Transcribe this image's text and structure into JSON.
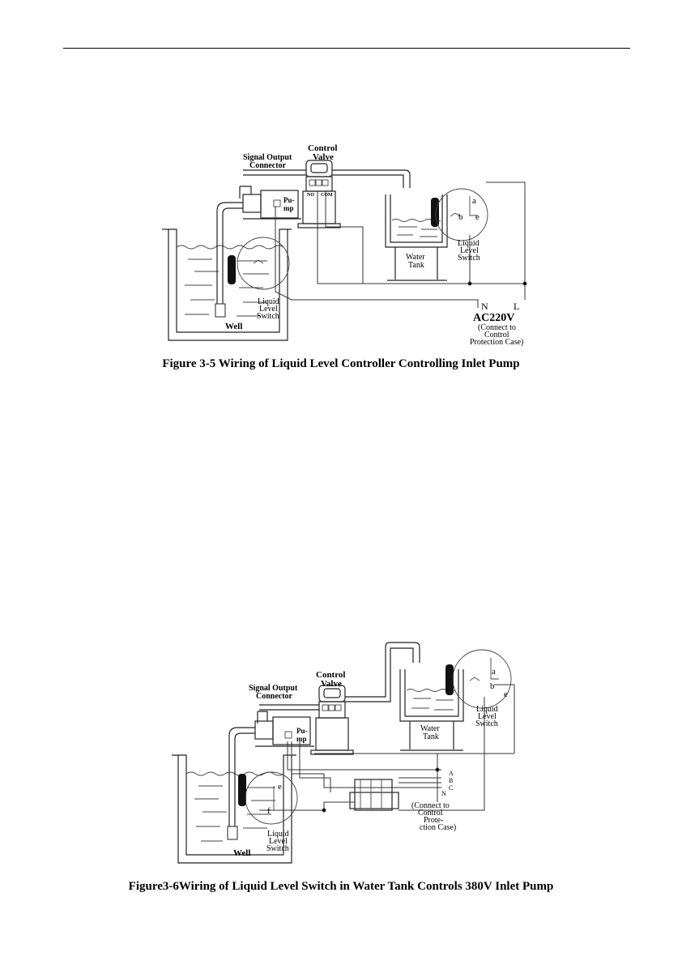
{
  "figure1": {
    "caption": "Figure 3-5 Wiring of Liquid Level Controller Controlling Inlet Pump",
    "labels": {
      "control_valve_1": "Control",
      "control_valve_2": "Valve",
      "signal_output_1": "Signal Output",
      "signal_output_2": "Connector",
      "pump_1": "Pu-",
      "pump_2": "mp",
      "no": "NO",
      "com": "COM",
      "water_tank_1": "Water",
      "water_tank_2": "Tank",
      "tank_switch_1": "Liquid",
      "tank_switch_2": "Level",
      "tank_switch_3": "Switch",
      "well_switch_1": "Liquid",
      "well_switch_2": "Level",
      "well_switch_3": "Switch",
      "well": "Well",
      "a": "a",
      "b": "b",
      "e": "e",
      "n": "N",
      "l": "L",
      "voltage": "AC220V",
      "connect_1": "(Connect to",
      "connect_2": "Control",
      "connect_3": "Protection Case)"
    }
  },
  "figure2": {
    "caption": "Figure3-6Wiring of Liquid Level Switch in Water Tank Controls 380V Inlet Pump",
    "labels": {
      "control_valve_1": "Control",
      "control_valve_2": "Valve",
      "signal_output_1": "Signal Output",
      "signal_output_2": "Connector",
      "pump_1": "Pu-",
      "pump_2": "mp",
      "water_tank_1": "Water",
      "water_tank_2": "Tank",
      "tank_switch_1": "Liquid",
      "tank_switch_2": "Level",
      "tank_switch_3": "Switch",
      "well_switch_1": "Liquid",
      "well_switch_2": "Level",
      "well_switch_3": "Switch",
      "well": "Well",
      "a": "a",
      "b": "b",
      "e": "e",
      "e2": "e",
      "f": "f",
      "phase_a": "A",
      "phase_b": "B",
      "phase_c": "C",
      "n": "N",
      "connect_1": "(Connect to",
      "connect_2": "Control",
      "connect_3": "Prote-",
      "connect_4": "ction Case)"
    }
  }
}
